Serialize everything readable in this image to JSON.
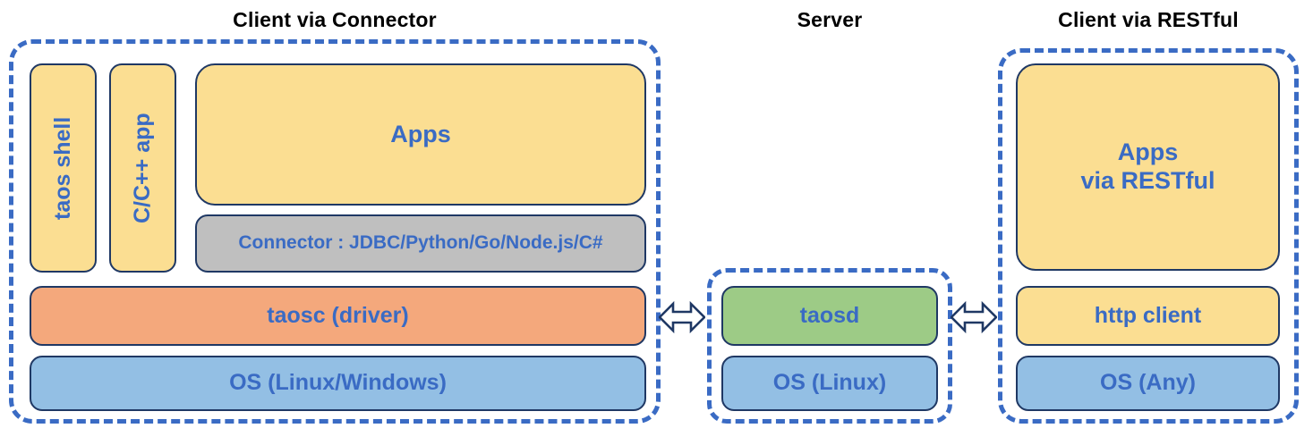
{
  "diagram": {
    "title_left": "Client via Connector",
    "title_center": "Server",
    "title_right": "Client via RESTful",
    "colors": {
      "dashed_border": "#3A6BC4",
      "block_border": "#1F3864",
      "text_blue": "#3A6BC4",
      "yellow": "#FBDE92",
      "gray": "#BFBFBF",
      "orange": "#F4A87C",
      "blue": "#93BFE4",
      "green": "#9DCB86",
      "title_black": "#000000"
    }
  },
  "client_connector": {
    "taos_shell": "taos shell",
    "c_cpp_app": "C/C++ app",
    "apps": "Apps",
    "connector": "Connector : JDBC/Python/Go/Node.js/C#",
    "taosc": "taosc (driver)",
    "os": "OS (Linux/Windows)"
  },
  "server": {
    "taosd": "taosd",
    "os": "OS (Linux)"
  },
  "client_restful": {
    "apps_line1": "Apps",
    "apps_line2": "via RESTful",
    "http_client": "http client",
    "os": "OS (Any)"
  },
  "connections": {
    "left_arrow": "double-headed-arrow",
    "right_arrow": "double-headed-arrow"
  }
}
